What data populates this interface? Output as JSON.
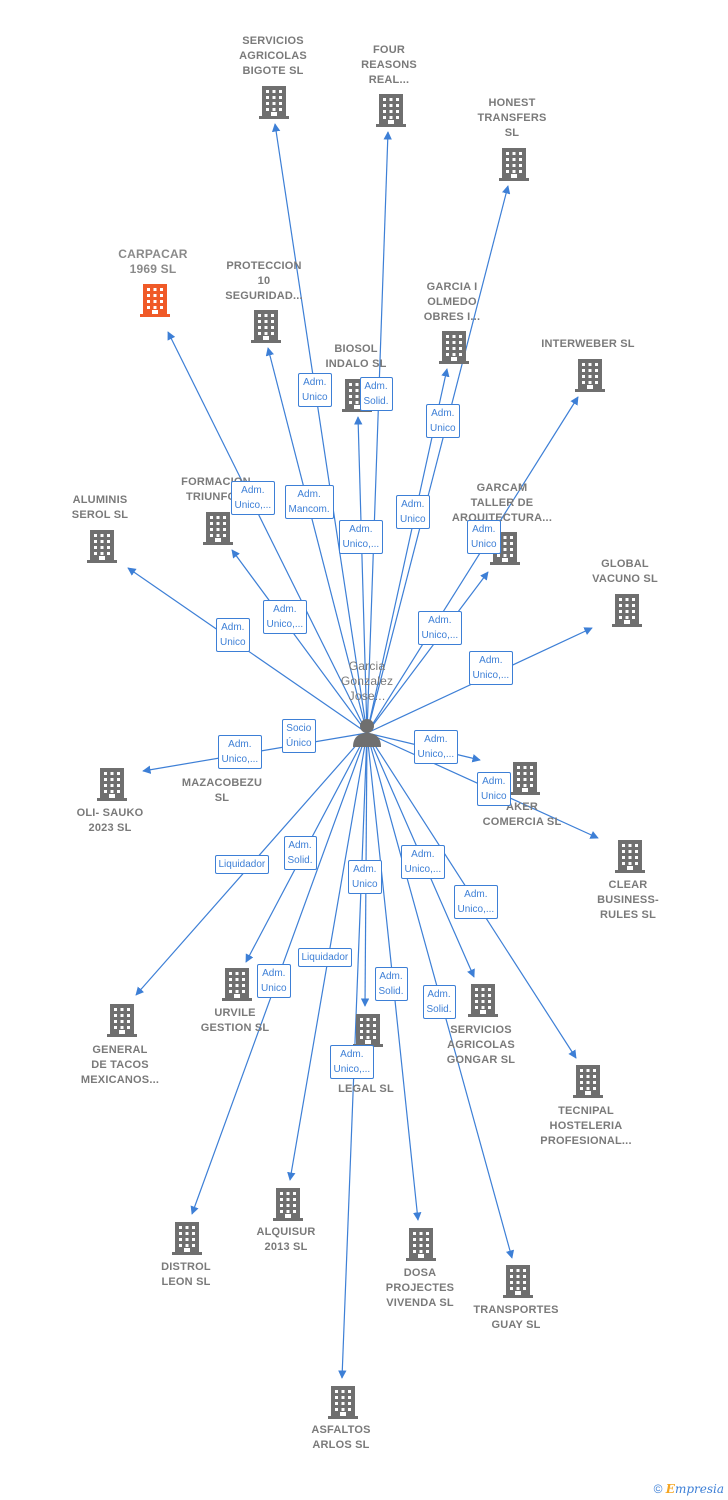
{
  "colors": {
    "edge": "#3d7fd6",
    "building": "#6f6f6f",
    "building_focus": "#f05a28",
    "label": "#7a7a7a"
  },
  "center": {
    "label": "Garcia\nGonzalez\nJose...",
    "icon": "person-icon"
  },
  "companies": [
    {
      "id": "servicios-agricolas-bigote",
      "label": "SERVICIOS\nAGRICOLAS\nBIGOTE SL",
      "focus": false
    },
    {
      "id": "four-reasons",
      "label": "FOUR\nREASONS\nREAL...",
      "focus": false
    },
    {
      "id": "honest-transfers",
      "label": "HONEST\nTRANSFERS\nSL",
      "focus": false
    },
    {
      "id": "carpacar",
      "label": "CARPACAR\n1969 SL",
      "focus": true
    },
    {
      "id": "proteccion-10",
      "label": "PROTECCION\n10\nSEGURIDAD...",
      "focus": false
    },
    {
      "id": "garcia-olmedo",
      "label": "GARCIA I\nOLMEDO\nOBRES I...",
      "focus": false
    },
    {
      "id": "interweber",
      "label": "INTERWEBER SL",
      "focus": false
    },
    {
      "id": "biosol-indalo",
      "label": "BIOSOL\nINDALO SL",
      "focus": false
    },
    {
      "id": "formacion-triunfo",
      "label": "FORMACION\nTRIUNFO...",
      "focus": false
    },
    {
      "id": "aluminis-serol",
      "label": "ALUMINIS\nSEROL SL",
      "focus": false
    },
    {
      "id": "garcam-taller",
      "label": "GARCAM\nTALLER DE\nARQUITECTURA...",
      "focus": false
    },
    {
      "id": "global-vacuno",
      "label": "GLOBAL\nVACUNO SL",
      "focus": false
    },
    {
      "id": "mazacobezu",
      "label": "MAZACOBEZU\nSL",
      "focus": false
    },
    {
      "id": "oli-sauko",
      "label": "OLI- SAUKO\n2023 SL",
      "focus": false
    },
    {
      "id": "aker-comercia",
      "label": "AKER\nCOMERCIA SL",
      "focus": false
    },
    {
      "id": "clear-business",
      "label": "CLEAR\nBUSINESS-\nRULES SL",
      "focus": false
    },
    {
      "id": "general-tacos",
      "label": "GENERAL\nDE TACOS\nMEXICANOS...",
      "focus": false
    },
    {
      "id": "urvile-gestion",
      "label": "URVILE\nGESTION SL",
      "focus": false
    },
    {
      "id": "legal-sl",
      "label": "SE\nLEGAL SL",
      "focus": false
    },
    {
      "id": "servicios-agricolas-gongar",
      "label": "SERVICIOS\nAGRICOLAS\nGONGAR SL",
      "focus": false
    },
    {
      "id": "tecnipal",
      "label": "TECNIPAL\nHOSTELERIA\nPROFESIONAL...",
      "focus": false
    },
    {
      "id": "alquisur",
      "label": "ALQUISUR\n2013 SL",
      "focus": false
    },
    {
      "id": "distrol-leon",
      "label": "DISTROL\nLEON SL",
      "focus": false
    },
    {
      "id": "dosa-projectes",
      "label": "DOSA\nPROJECTES\nVIVENDA SL",
      "focus": false
    },
    {
      "id": "transportes-guay",
      "label": "TRANSPORTES\nGUAY SL",
      "focus": false
    },
    {
      "id": "asfaltos-arlos",
      "label": "ASFALTOS\nARLOS SL",
      "focus": false
    }
  ],
  "roles": [
    {
      "company": "servicios-agricolas-bigote",
      "label": "Adm.\nUnico"
    },
    {
      "company": "four-reasons",
      "label": "Adm.\nUnico,..."
    },
    {
      "company": "honest-transfers",
      "label": "Adm.\nUnico"
    },
    {
      "company": "carpacar",
      "label": "Adm.\nUnico,..."
    },
    {
      "company": "proteccion-10",
      "label": "Adm.\nMancom."
    },
    {
      "company": "garcia-olmedo",
      "label": "Adm.\nUnico"
    },
    {
      "company": "interweber",
      "label": "Adm.\nUnico"
    },
    {
      "company": "biosol-indalo",
      "label": "Adm.\nSolid."
    },
    {
      "company": "formacion-triunfo",
      "label": "Adm.\nUnico,..."
    },
    {
      "company": "aluminis-serol",
      "label": "Adm.\nUnico"
    },
    {
      "company": "garcam-taller",
      "label": "Adm.\nUnico,..."
    },
    {
      "company": "global-vacuno",
      "label": "Adm.\nUnico,..."
    },
    {
      "company": "mazacobezu",
      "label": "Socio\nÚnico"
    },
    {
      "company": "oli-sauko",
      "label": "Adm.\nUnico,..."
    },
    {
      "company": "aker-comercia",
      "label": "Adm.\nUnico,..."
    },
    {
      "company": "clear-business",
      "label": "Adm.\nUnico"
    },
    {
      "company": "general-tacos",
      "label": "Liquidador"
    },
    {
      "company": "urvile-gestion",
      "label": "Adm.\nSolid."
    },
    {
      "company": "legal-sl",
      "label": "Adm.\nUnico"
    },
    {
      "company": "servicios-agricolas-gongar",
      "label": "Adm.\nUnico,..."
    },
    {
      "company": "tecnipal",
      "label": "Adm.\nUnico,..."
    },
    {
      "company": "alquisur",
      "label": "Liquidador"
    },
    {
      "company": "distrol-leon",
      "label": "Adm.\nUnico"
    },
    {
      "company": "dosa-projectes",
      "label": "Adm.\nSolid."
    },
    {
      "company": "transportes-guay",
      "label": "Adm.\nSolid."
    },
    {
      "company": "asfaltos-arlos",
      "label": "Adm.\nUnico,..."
    }
  ],
  "footer": {
    "copyright": "©",
    "brand_initial": "E",
    "brand_rest": "mpresia"
  }
}
